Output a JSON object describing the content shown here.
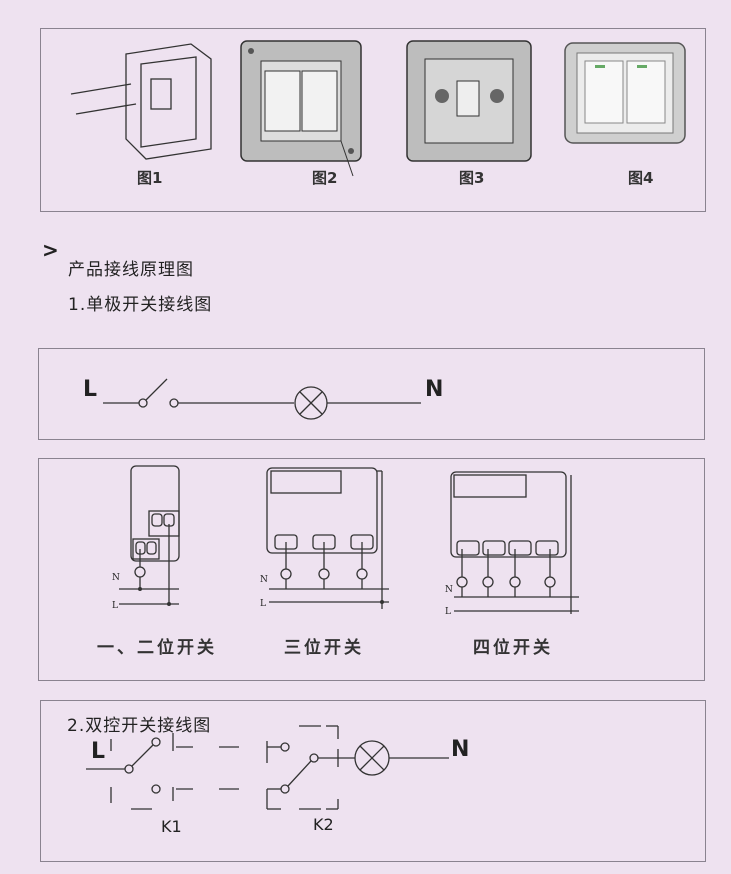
{
  "figures": {
    "captions": [
      "图1",
      "图2",
      "图3",
      "图4"
    ]
  },
  "section": {
    "marker": ">",
    "title": "产品接线原理图",
    "single_pole": {
      "title": "1.单极开关接线图",
      "L": "L",
      "N": "N"
    },
    "multi_gang": {
      "captions": [
        "一、二位开关",
        "三位开关",
        "四位开关"
      ],
      "N": "N",
      "L": "L"
    },
    "two_way": {
      "title": "2.双控开关接线图",
      "L": "L",
      "N": "N",
      "k1": "K1",
      "k2": "K2"
    }
  }
}
